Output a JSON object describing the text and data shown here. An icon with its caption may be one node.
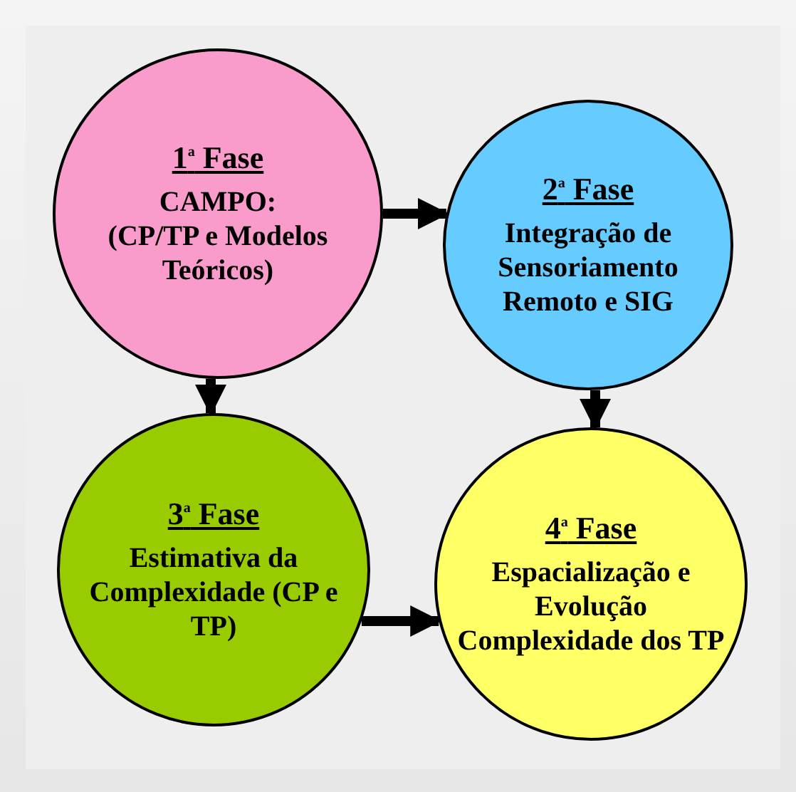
{
  "diagram": {
    "nodes": [
      {
        "text": [
          "1$^{a}$ Fase",
          "CAMPO:",
          "(CP/TP e Modelos Teóricos)"
        ]
      },
      {
        "text": [
          "2$^{a}$ Fase",
          "Integração de Sensoriamento Remoto e SIG"
        ]
      },
      {
        "text": [
          "3$^{a}$ Fase",
          "Estimativa da Complexidade (CP e TP)"
        ]
      },
      {
        "text": [
          "4$^{a}$ Fase",
          "Espacialização e Evolução Complexidade dos TP"
        ]
      }
    ],
    "edges": [
      {
        "from": 0,
        "to": 1,
        "arrow": "to"
      },
      {
        "from": 0,
        "to": 2,
        "arrow": "to"
      },
      {
        "from": 1,
        "to": 3,
        "arrow": "to"
      },
      {
        "from": 2,
        "to": 3,
        "arrow": "to"
      }
    ]
  }
}
